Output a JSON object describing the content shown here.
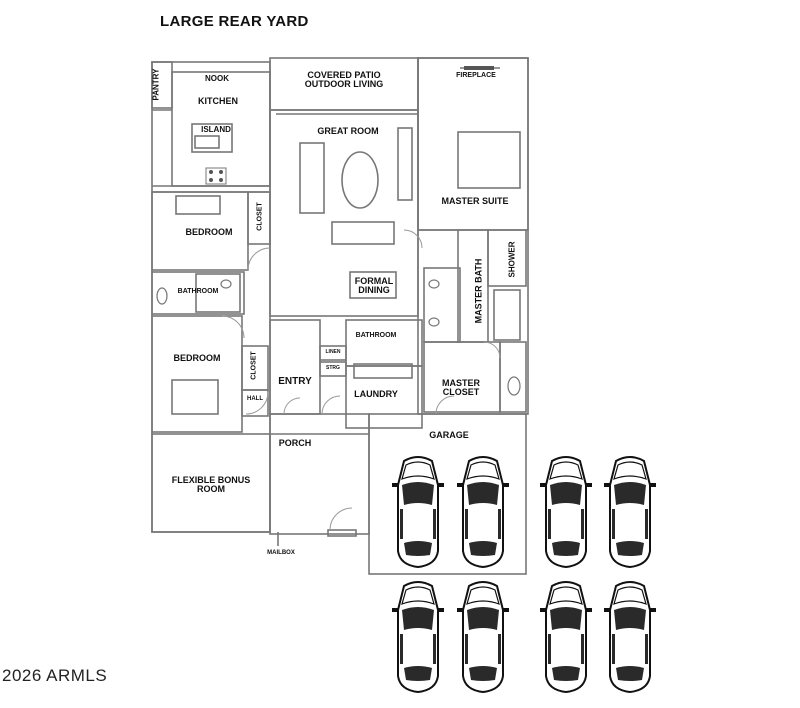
{
  "header": {
    "title": "LARGE REAR YARD"
  },
  "footer": {
    "copyright": "2026 ARMLS"
  },
  "rooms": {
    "pantry": "PANTRY",
    "nook": "NOOK",
    "kitchen": "KITCHEN",
    "island": "ISLAND",
    "covered_patio": "COVERED PATIO\nOUTDOOR LIVING",
    "fireplace": "FIREPLACE",
    "great_room": "GREAT ROOM",
    "master_suite": "MASTER SUITE",
    "bedroom_1": "BEDROOM",
    "closet_1": "CLOSET",
    "bathroom_1": "BATHROOM",
    "formal_dining": "FORMAL\nDINING",
    "master_bath": "MASTER BATH",
    "shower": "SHOWER",
    "bathroom_2": "BATHROOM",
    "bedroom_2": "BEDROOM",
    "closet_2": "CLOSET",
    "linen": "LINEN",
    "strg": "STRG",
    "entry": "ENTRY",
    "laundry": "LAUNDRY",
    "master_closet": "MASTER\nCLOSET",
    "hall": "HALL",
    "porch": "PORCH",
    "garage": "GARAGE",
    "flex_bonus": "FLEXIBLE BONUS\nROOM",
    "mailbox": "MAILBOX"
  },
  "cars": {
    "garage_count": 2,
    "driveway_count": 6
  },
  "icons": [
    "car-icon",
    "bed-icon",
    "sofa-icon",
    "table-icon",
    "toilet-icon",
    "tub-icon",
    "sink-icon",
    "stove-icon"
  ],
  "colors": {
    "wall": "#777777",
    "ink": "#111111",
    "car_glass": "#2a2a2a",
    "background": "#ffffff"
  }
}
